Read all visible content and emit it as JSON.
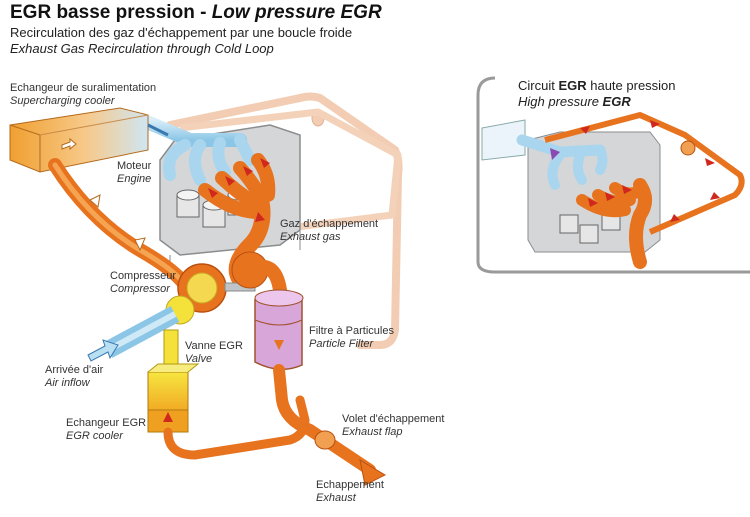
{
  "header": {
    "title_fr": "EGR basse pression - ",
    "title_en": "Low pressure EGR",
    "subtitle_fr": "Recirculation des gaz d'échappement par une boucle froide",
    "subtitle_en": "Exhaust Gas Recirculation through Cold Loop"
  },
  "labels": {
    "supercharging_cooler": {
      "fr": "Echangeur de suralimentation",
      "en": "Supercharging cooler"
    },
    "engine": {
      "fr": "Moteur",
      "en": "Engine"
    },
    "exhaust_gas": {
      "fr": "Gaz d'échappement",
      "en": "Exhaust gas"
    },
    "compressor": {
      "fr": "Compresseur",
      "en": "Compressor"
    },
    "egr_valve": {
      "fr": "Vanne EGR",
      "en": "Valve"
    },
    "air_inflow": {
      "fr": "Arrivée d'air",
      "en": "Air inflow"
    },
    "particle_filter": {
      "fr": "Filtre à Particules",
      "en": "Particle Filter"
    },
    "egr_cooler": {
      "fr": "Echangeur EGR",
      "en": "EGR cooler"
    },
    "exhaust_flap": {
      "fr": "Volet d'échappement",
      "en": "Exhaust flap"
    },
    "exhaust": {
      "fr": "Echappement",
      "en": "Exhaust"
    }
  },
  "inset": {
    "title_fr_a": "Circuit ",
    "title_fr_b": "EGR",
    "title_fr_c": " haute pression",
    "title_en_a": "High pressure ",
    "title_en_b": "EGR"
  },
  "colors": {
    "pipe_orange": "#e8731f",
    "pipe_dark": "#b9500f",
    "intake_blue": "#a9d6ee",
    "engine_grey": "#d4d6d8",
    "filter_purple": "#d9a6d9",
    "egr_yellow": "#f4e23a",
    "arrow_red": "#d0281c",
    "faded_loop": "#f2cdb3"
  }
}
